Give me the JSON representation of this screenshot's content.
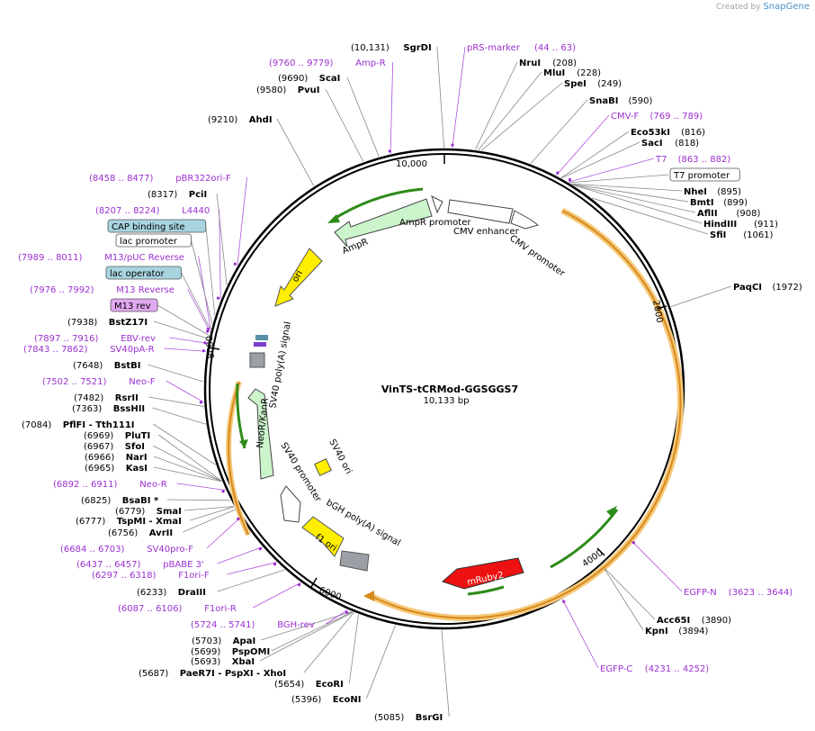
{
  "credit": {
    "prefix": "Created by",
    "brand": "SnapGene"
  },
  "plasmid": {
    "name": "VinTS-tCRMod-GGSGGS7",
    "size_label": "10,133 bp",
    "total_bp": 10133
  },
  "ticks": [
    {
      "bp": 1,
      "label": "10,000"
    },
    {
      "bp": 2000,
      "label": "2000"
    },
    {
      "bp": 4000,
      "label": "4000"
    },
    {
      "bp": 6000,
      "label": "6000"
    },
    {
      "bp": 8000,
      "label": "8000"
    }
  ],
  "labels": [
    {
      "name": "SgrDI",
      "pos": "(10,131)",
      "kind": "enzyme",
      "bp": 10131
    },
    {
      "name": "pRS-marker",
      "pos": "(44 .. 63)",
      "kind": "feature",
      "bp": 53
    },
    {
      "name": "NruI",
      "pos": "(208)",
      "kind": "enzyme",
      "bp": 208
    },
    {
      "name": "MluI",
      "pos": "(228)",
      "kind": "enzyme",
      "bp": 228
    },
    {
      "name": "SpeI",
      "pos": "(249)",
      "kind": "enzyme",
      "bp": 249
    },
    {
      "name": "SnaBI",
      "pos": "(590)",
      "kind": "enzyme",
      "bp": 590
    },
    {
      "name": "CMV-F",
      "pos": "(769 .. 789)",
      "kind": "feature",
      "bp": 779
    },
    {
      "name": "Eco53kI",
      "pos": "(816)",
      "kind": "enzyme",
      "bp": 816
    },
    {
      "name": "SacI",
      "pos": "(818)",
      "kind": "enzyme",
      "bp": 818
    },
    {
      "name": "T7",
      "pos": "(863 .. 882)",
      "kind": "feature",
      "bp": 872
    },
    {
      "name": "T7 promoter",
      "pos": "",
      "kind": "box",
      "bp": 880
    },
    {
      "name": "NheI",
      "pos": "(895)",
      "kind": "enzyme",
      "bp": 895
    },
    {
      "name": "BmtI",
      "pos": "(899)",
      "kind": "enzyme",
      "bp": 899
    },
    {
      "name": "AflII",
      "pos": "(908)",
      "kind": "enzyme",
      "bp": 908
    },
    {
      "name": "HindIII",
      "pos": "(911)",
      "kind": "enzyme",
      "bp": 911
    },
    {
      "name": "SfiI",
      "pos": "(1061)",
      "kind": "enzyme",
      "bp": 1061
    },
    {
      "name": "PaqCI",
      "pos": "(1972)",
      "kind": "enzyme",
      "bp": 1972
    },
    {
      "name": "EGFP-N",
      "pos": "(3623 .. 3644)",
      "kind": "feature",
      "bp": 3633
    },
    {
      "name": "Acc65I",
      "pos": "(3890)",
      "kind": "enzyme",
      "bp": 3890
    },
    {
      "name": "KpnI",
      "pos": "(3894)",
      "kind": "enzyme",
      "bp": 3894
    },
    {
      "name": "EGFP-C",
      "pos": "(4231 .. 4252)",
      "kind": "feature",
      "bp": 4241
    },
    {
      "name": "BsrGI",
      "pos": "(5085)",
      "kind": "enzyme",
      "bp": 5085
    },
    {
      "name": "EcoNI",
      "pos": "(5396)",
      "kind": "enzyme",
      "bp": 5396
    },
    {
      "name": "EcoRI",
      "pos": "(5654)",
      "kind": "enzyme",
      "bp": 5654
    },
    {
      "name": "PaeR7I - PspXI - XhoI",
      "pos": "(5687)",
      "kind": "enzyme",
      "bp": 5687
    },
    {
      "name": "XbaI",
      "pos": "(5693)",
      "kind": "enzyme",
      "bp": 5693
    },
    {
      "name": "PspOMI",
      "pos": "(5699)",
      "kind": "enzyme",
      "bp": 5699
    },
    {
      "name": "ApaI",
      "pos": "(5703)",
      "kind": "enzyme",
      "bp": 5703
    },
    {
      "name": "BGH-rev",
      "pos": "(5724 .. 5741)",
      "kind": "feature",
      "bp": 5732
    },
    {
      "name": "F1ori-R",
      "pos": "(6087 .. 6106)",
      "kind": "feature",
      "bp": 6096
    },
    {
      "name": "DraIII",
      "pos": "(6233)",
      "kind": "enzyme",
      "bp": 6233
    },
    {
      "name": "F1ori-F",
      "pos": "(6297 .. 6318)",
      "kind": "feature",
      "bp": 6307
    },
    {
      "name": "pBABE 3'",
      "pos": "(6437 .. 6457)",
      "kind": "feature",
      "bp": 6447
    },
    {
      "name": "SV40pro-F",
      "pos": "(6684 .. 6703)",
      "kind": "feature",
      "bp": 6693
    },
    {
      "name": "AvrII",
      "pos": "(6756)",
      "kind": "enzyme",
      "bp": 6756
    },
    {
      "name": "TspMI - XmaI",
      "pos": "(6777)",
      "kind": "enzyme",
      "bp": 6777
    },
    {
      "name": "SmaI",
      "pos": "(6779)",
      "kind": "enzyme",
      "bp": 6779
    },
    {
      "name": "BsaBI *",
      "pos": "(6825)",
      "kind": "enzyme",
      "bp": 6825
    },
    {
      "name": "Neo-R",
      "pos": "(6892 .. 6911)",
      "kind": "feature",
      "bp": 6901
    },
    {
      "name": "KasI",
      "pos": "(6965)",
      "kind": "enzyme",
      "bp": 6965
    },
    {
      "name": "NarI",
      "pos": "(6966)",
      "kind": "enzyme",
      "bp": 6966
    },
    {
      "name": "SfoI",
      "pos": "(6967)",
      "kind": "enzyme",
      "bp": 6967
    },
    {
      "name": "PluTI",
      "pos": "(6969)",
      "kind": "enzyme",
      "bp": 6969
    },
    {
      "name": "PflFI - Tth111I",
      "pos": "(7084)",
      "kind": "enzyme",
      "bp": 7084
    },
    {
      "name": "BssHII",
      "pos": "(7363)",
      "kind": "enzyme",
      "bp": 7363
    },
    {
      "name": "RsrII",
      "pos": "(7482)",
      "kind": "enzyme",
      "bp": 7482
    },
    {
      "name": "Neo-F",
      "pos": "(7502 .. 7521)",
      "kind": "feature",
      "bp": 7511
    },
    {
      "name": "BstBI",
      "pos": "(7648)",
      "kind": "enzyme",
      "bp": 7648
    },
    {
      "name": "SV40pA-R",
      "pos": "(7843 .. 7862)",
      "kind": "feature",
      "bp": 7852
    },
    {
      "name": "EBV-rev",
      "pos": "(7897 .. 7916)",
      "kind": "feature",
      "bp": 7906
    },
    {
      "name": "BstZ17I",
      "pos": "(7938)",
      "kind": "enzyme",
      "bp": 7938
    },
    {
      "name": "M13 rev",
      "pos": "",
      "kind": "boxpurple",
      "bp": 7960
    },
    {
      "name": "M13 Reverse",
      "pos": "(7976 .. 7992)",
      "kind": "feature",
      "bp": 7984
    },
    {
      "name": "lac operator",
      "pos": "",
      "kind": "boxblue",
      "bp": 8000
    },
    {
      "name": "M13/pUC Reverse",
      "pos": "(7989 .. 8011)",
      "kind": "feature",
      "bp": 8000
    },
    {
      "name": "lac promoter",
      "pos": "",
      "kind": "box",
      "bp": 8040
    },
    {
      "name": "CAP binding site",
      "pos": "",
      "kind": "boxblue",
      "bp": 8100
    },
    {
      "name": "L4440",
      "pos": "(8207 .. 8224)",
      "kind": "feature",
      "bp": 8215
    },
    {
      "name": "PciI",
      "pos": "(8317)",
      "kind": "enzyme",
      "bp": 8317
    },
    {
      "name": "pBR322ori-F",
      "pos": "(8458 .. 8477)",
      "kind": "feature",
      "bp": 8467
    },
    {
      "name": "AhdI",
      "pos": "(9210)",
      "kind": "enzyme",
      "bp": 9210
    },
    {
      "name": "PvuI",
      "pos": "(9580)",
      "kind": "enzyme",
      "bp": 9580
    },
    {
      "name": "ScaI",
      "pos": "(9690)",
      "kind": "enzyme",
      "bp": 9690
    },
    {
      "name": "Amp-R",
      "pos": "(9760 .. 9779)",
      "kind": "feature",
      "bp": 9769
    }
  ],
  "features": [
    {
      "name": "AmpR promoter",
      "color": "#ffffff"
    },
    {
      "name": "CMV enhancer",
      "color": "#ffffff"
    },
    {
      "name": "CMV promoter",
      "color": "#ffffff"
    },
    {
      "name": "AmpR",
      "color": "#ccf5cc"
    },
    {
      "name": "ori",
      "color": "#ffee00"
    },
    {
      "name": "SV40 poly(A) signal",
      "color": "#9aa0a6"
    },
    {
      "name": "NeoR/KanR",
      "color": "#ccf5cc"
    },
    {
      "name": "SV40 promoter",
      "color": "#ffffff"
    },
    {
      "name": "SV40 ori",
      "color": "#ffee00"
    },
    {
      "name": "f1 ori",
      "color": "#ffee00"
    },
    {
      "name": "bGH poly(A) signal",
      "color": "#9aa0a6"
    },
    {
      "name": "mRuby2",
      "color": "#ee1111"
    }
  ],
  "colors": {
    "feature_text": "#9b30d0",
    "enzyme_text": "#000000",
    "orf": "#e8a33c",
    "orf_arrow": "#2e8b1a"
  }
}
